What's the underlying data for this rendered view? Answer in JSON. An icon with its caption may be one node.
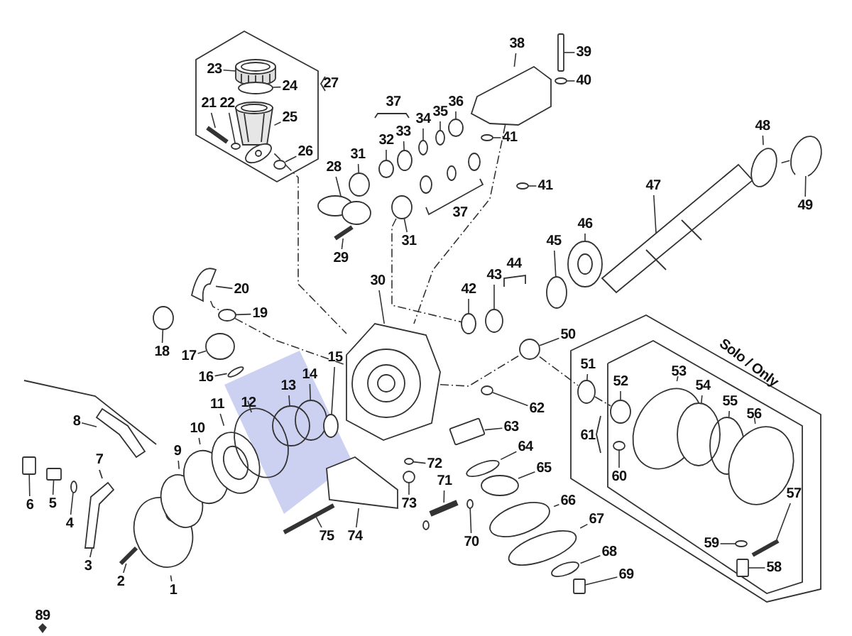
{
  "diagram": {
    "nodes": [
      {
        "text": [
          "1"
        ]
      },
      {
        "text": [
          "2"
        ]
      },
      {
        "text": [
          "3"
        ]
      },
      {
        "text": [
          "4"
        ]
      },
      {
        "text": [
          "5"
        ]
      },
      {
        "text": [
          "6"
        ]
      },
      {
        "text": [
          "8"
        ]
      },
      {
        "text": [
          "9"
        ]
      },
      {
        "text": [
          "10"
        ]
      },
      {
        "text": [
          "11"
        ]
      },
      {
        "text": [
          "12"
        ]
      },
      {
        "text": [
          "13"
        ]
      },
      {
        "text": [
          "14"
        ]
      },
      {
        "text": [
          "15"
        ]
      },
      {
        "text": [
          "16"
        ]
      },
      {
        "text": [
          "17"
        ]
      },
      {
        "text": [
          "18"
        ]
      },
      {
        "text": [
          "19"
        ]
      },
      {
        "text": [
          "20"
        ]
      },
      {
        "text": [
          "21"
        ]
      },
      {
        "text": [
          "22"
        ]
      },
      {
        "text": [
          "23"
        ]
      },
      {
        "text": [
          "24"
        ]
      },
      {
        "text": [
          "25"
        ]
      },
      {
        "text": [
          "26"
        ]
      },
      {
        "text": [
          "28"
        ]
      },
      {
        "text": [
          "29"
        ]
      },
      {
        "text": [
          "30"
        ]
      },
      {
        "text": [
          "31"
        ]
      },
      {
        "text": [
          "31"
        ]
      },
      {
        "text": [
          "32"
        ]
      },
      {
        "text": [
          "33"
        ]
      },
      {
        "text": [
          "34"
        ]
      },
      {
        "text": [
          "35"
        ]
      },
      {
        "text": [
          "36"
        ]
      },
      {
        "text": [
          "38"
        ]
      },
      {
        "text": [
          "39"
        ]
      },
      {
        "text": [
          "40"
        ]
      },
      {
        "text": [
          "41"
        ]
      },
      {
        "text": [
          "41"
        ]
      },
      {
        "text": [
          "42"
        ]
      },
      {
        "text": [
          "43"
        ]
      },
      {
        "text": [
          "45"
        ]
      },
      {
        "text": [
          "46"
        ]
      },
      {
        "text": [
          "47"
        ]
      },
      {
        "text": [
          "48"
        ]
      },
      {
        "text": [
          "49"
        ]
      },
      {
        "text": [
          "50"
        ]
      },
      {
        "text": [
          "51"
        ]
      },
      {
        "text": [
          "52"
        ]
      },
      {
        "text": [
          "53"
        ]
      },
      {
        "text": [
          "54"
        ]
      },
      {
        "text": [
          "55"
        ]
      },
      {
        "text": [
          "56"
        ]
      },
      {
        "text": [
          "57"
        ]
      },
      {
        "text": [
          "58"
        ]
      },
      {
        "text": [
          "59"
        ]
      },
      {
        "text": [
          "60"
        ]
      },
      {
        "text": [
          "62"
        ]
      },
      {
        "text": [
          "63"
        ]
      },
      {
        "text": [
          "64"
        ]
      },
      {
        "text": [
          "65"
        ]
      },
      {
        "text": [
          "66"
        ]
      },
      {
        "text": [
          "67"
        ]
      },
      {
        "text": [
          "68"
        ]
      },
      {
        "text": [
          "69"
        ]
      },
      {
        "text": [
          "70"
        ]
      },
      {
        "text": [
          "71"
        ]
      },
      {
        "text": [
          "72"
        ]
      },
      {
        "text": [
          "73"
        ]
      },
      {
        "text": [
          "74"
        ]
      },
      {
        "text": [
          "75"
        ]
      },
      {
        "text": [],
        "shape": "picture"
      },
      {
        "text": [],
        "shape": "bar"
      },
      {
        "text": [],
        "shape": "picture"
      },
      {
        "text": [],
        "shape": "circle"
      },
      {
        "text": [],
        "shape": "box"
      },
      {
        "text": [],
        "shape": "box"
      },
      {
        "text": [],
        "shape": "picture"
      },
      {
        "text": [],
        "shape": "circle"
      },
      {
        "text": [],
        "shape": "circle"
      },
      {
        "text": [],
        "shape": "picture"
      },
      {
        "text": [],
        "shape": "circle"
      },
      {
        "text": [],
        "shape": "circle"
      },
      {
        "text": [],
        "shape": "circle"
      },
      {
        "text": [],
        "shape": "circle"
      },
      {
        "text": [],
        "shape": "circle"
      },
      {
        "text": [],
        "shape": "circle"
      },
      {
        "text": [],
        "shape": "circle"
      },
      {
        "text": [],
        "shape": "circle"
      },
      {
        "text": [],
        "shape": "picture"
      },
      {
        "text": [],
        "shape": "bar"
      },
      {
        "text": [],
        "shape": "circle"
      },
      {
        "text": [],
        "shape": "picture"
      },
      {
        "text": [],
        "shape": "circle"
      },
      {
        "text": [],
        "shape": "picture"
      },
      {
        "text": [],
        "shape": "circle"
      },
      {
        "text": [],
        "shape": "picture"
      },
      {
        "text": [],
        "shape": "bar"
      },
      {
        "text": [],
        "shape": "picture"
      },
      {
        "text": [],
        "shape": "circle"
      },
      {
        "text": [],
        "shape": "circle"
      },
      {
        "text": [],
        "shape": "circle"
      },
      {
        "text": [],
        "shape": "circle"
      },
      {
        "text": [],
        "shape": "circle"
      },
      {
        "text": [],
        "shape": "circle"
      },
      {
        "text": [],
        "shape": "circle"
      },
      {
        "text": [],
        "shape": "picture"
      },
      {
        "text": [],
        "shape": "box"
      },
      {
        "text": [],
        "shape": "circle"
      },
      {
        "text": [],
        "shape": "circle"
      },
      {
        "text": [],
        "shape": "circle"
      },
      {
        "text": [],
        "shape": "circle"
      },
      {
        "text": [],
        "shape": "circle"
      },
      {
        "text": [],
        "shape": "circle"
      },
      {
        "text": [],
        "shape": "picture"
      },
      {
        "text": [],
        "shape": "picture"
      },
      {
        "text": [],
        "shape": "circle"
      },
      {
        "text": [],
        "shape": "picture"
      },
      {
        "text": [],
        "shape": "circle"
      },
      {
        "text": [],
        "shape": "circle"
      },
      {
        "text": [],
        "shape": "circle"
      },
      {
        "text": [],
        "shape": "circle"
      },
      {
        "text": [],
        "shape": "circle"
      },
      {
        "text": [],
        "shape": "circle"
      },
      {
        "text": [],
        "shape": "circle"
      },
      {
        "text": [],
        "shape": "bar"
      },
      {
        "text": [],
        "shape": "box"
      },
      {
        "text": [],
        "shape": "circle"
      },
      {
        "text": [],
        "shape": "circle"
      },
      {
        "text": [],
        "shape": "circle"
      },
      {
        "text": [],
        "shape": "box"
      },
      {
        "text": [],
        "shape": "circle"
      },
      {
        "text": [],
        "shape": "circle"
      },
      {
        "text": [],
        "shape": "circle"
      },
      {
        "text": [],
        "shape": "circle"
      },
      {
        "text": [],
        "shape": "circle"
      },
      {
        "text": [],
        "shape": "box"
      },
      {
        "text": [],
        "shape": "circle"
      },
      {
        "text": [],
        "shape": "bar"
      },
      {
        "text": [],
        "shape": "circle"
      },
      {
        "text": [],
        "shape": "circle"
      },
      {
        "text": [],
        "shape": "picture"
      },
      {
        "text": [],
        "shape": "bar"
      }
    ],
    "edges": [
      {
        "from": 0,
        "to": 72,
        "arrow": "none"
      },
      {
        "from": 1,
        "to": 73,
        "arrow": "none"
      },
      {
        "from": 2,
        "to": 74,
        "arrow": "none"
      },
      {
        "from": 3,
        "to": 75,
        "arrow": "none"
      },
      {
        "from": 4,
        "to": 76,
        "arrow": "none"
      },
      {
        "from": 5,
        "to": 77,
        "arrow": "none"
      },
      {
        "from": 6,
        "to": 78,
        "arrow": "none"
      },
      {
        "from": 7,
        "to": 79,
        "arrow": "none"
      },
      {
        "from": 8,
        "to": 80,
        "arrow": "none"
      },
      {
        "from": 9,
        "to": 81,
        "arrow": "none"
      },
      {
        "from": 10,
        "to": 82,
        "arrow": "none"
      },
      {
        "from": 11,
        "to": 83,
        "arrow": "none"
      },
      {
        "from": 12,
        "to": 84,
        "arrow": "none"
      },
      {
        "from": 13,
        "to": 85,
        "arrow": "none"
      },
      {
        "from": 14,
        "to": 86,
        "arrow": "none"
      },
      {
        "from": 15,
        "to": 87,
        "arrow": "none"
      },
      {
        "from": 16,
        "to": 88,
        "arrow": "none"
      },
      {
        "from": 17,
        "to": 89,
        "arrow": "none"
      },
      {
        "from": 18,
        "to": 90,
        "arrow": "none"
      },
      {
        "from": 19,
        "to": 91,
        "arrow": "none"
      },
      {
        "from": 20,
        "to": 92,
        "arrow": "none"
      },
      {
        "from": 21,
        "to": 93,
        "arrow": "none"
      },
      {
        "from": 22,
        "to": 94,
        "arrow": "none"
      },
      {
        "from": 23,
        "to": 95,
        "arrow": "none"
      },
      {
        "from": 24,
        "to": 96,
        "arrow": "none"
      },
      {
        "from": 25,
        "to": 97,
        "arrow": "none"
      },
      {
        "from": 26,
        "to": 98,
        "arrow": "none"
      },
      {
        "from": 27,
        "to": 99,
        "arrow": "none"
      },
      {
        "from": 28,
        "to": 100,
        "arrow": "none"
      },
      {
        "from": 29,
        "to": 101,
        "arrow": "none"
      },
      {
        "from": 30,
        "to": 102,
        "arrow": "none"
      },
      {
        "from": 31,
        "to": 103,
        "arrow": "none"
      },
      {
        "from": 32,
        "to": 104,
        "arrow": "none"
      },
      {
        "from": 33,
        "to": 105,
        "arrow": "none"
      },
      {
        "from": 34,
        "to": 106,
        "arrow": "none"
      },
      {
        "from": 35,
        "to": 107,
        "arrow": "none"
      },
      {
        "from": 36,
        "to": 108,
        "arrow": "none"
      },
      {
        "from": 37,
        "to": 109,
        "arrow": "none"
      },
      {
        "from": 38,
        "to": 110,
        "arrow": "none"
      },
      {
        "from": 39,
        "to": 111,
        "arrow": "none"
      },
      {
        "from": 40,
        "to": 112,
        "arrow": "none"
      },
      {
        "from": 41,
        "to": 113,
        "arrow": "none"
      },
      {
        "from": 42,
        "to": 114,
        "arrow": "none"
      },
      {
        "from": 43,
        "to": 115,
        "arrow": "none"
      },
      {
        "from": 44,
        "to": 116,
        "arrow": "none"
      },
      {
        "from": 45,
        "to": 117,
        "arrow": "none"
      },
      {
        "from": 46,
        "to": 118,
        "arrow": "none"
      },
      {
        "from": 47,
        "to": 119,
        "arrow": "none"
      },
      {
        "from": 48,
        "to": 120,
        "arrow": "none"
      },
      {
        "from": 49,
        "to": 121,
        "arrow": "none"
      },
      {
        "from": 50,
        "to": 122,
        "arrow": "none"
      },
      {
        "from": 51,
        "to": 123,
        "arrow": "none"
      },
      {
        "from": 52,
        "to": 124,
        "arrow": "none"
      },
      {
        "from": 53,
        "to": 125,
        "arrow": "none"
      },
      {
        "from": 54,
        "to": 126,
        "arrow": "none"
      },
      {
        "from": 55,
        "to": 127,
        "arrow": "none"
      },
      {
        "from": 56,
        "to": 128,
        "arrow": "none"
      },
      {
        "from": 57,
        "to": 129,
        "arrow": "none"
      },
      {
        "from": 58,
        "to": 130,
        "arrow": "none"
      },
      {
        "from": 59,
        "to": 131,
        "arrow": "none"
      },
      {
        "from": 60,
        "to": 132,
        "arrow": "none"
      },
      {
        "from": 61,
        "to": 133,
        "arrow": "none"
      },
      {
        "from": 62,
        "to": 134,
        "arrow": "none"
      },
      {
        "from": 63,
        "to": 135,
        "arrow": "none"
      },
      {
        "from": 64,
        "to": 136,
        "arrow": "none"
      },
      {
        "from": 65,
        "to": 137,
        "arrow": "none"
      },
      {
        "from": 66,
        "to": 138,
        "arrow": "none"
      },
      {
        "from": 67,
        "to": 139,
        "arrow": "none"
      },
      {
        "from": 68,
        "to": 140,
        "arrow": "none"
      },
      {
        "from": 69,
        "to": 141,
        "arrow": "none"
      },
      {
        "from": 70,
        "to": 142,
        "arrow": "none"
      },
      {
        "from": 71,
        "to": 143,
        "arrow": "none"
      },
      {
        "from": 95,
        "to": 99,
        "arrow": "none",
        "style": "dashed"
      },
      {
        "from": 90,
        "to": 99,
        "arrow": "none",
        "style": "dashed"
      },
      {
        "from": 101,
        "to": 112,
        "arrow": "none",
        "style": "dashed"
      },
      {
        "from": 107,
        "to": 99,
        "arrow": "none",
        "style": "dashed"
      },
      {
        "from": 99,
        "to": 119,
        "arrow": "none",
        "style": "dashed"
      },
      {
        "from": 119,
        "to": 120,
        "arrow": "none",
        "style": "dashed"
      },
      {
        "from": 120,
        "to": 121,
        "arrow": "none",
        "style": "dashed"
      },
      {
        "from": 117,
        "to": 118,
        "arrow": "none",
        "style": "dashed"
      }
    ],
    "labels": [
      "27",
      "37",
      "37",
      "44",
      "61",
      "7",
      "Solo / Only",
      "89"
    ]
  }
}
